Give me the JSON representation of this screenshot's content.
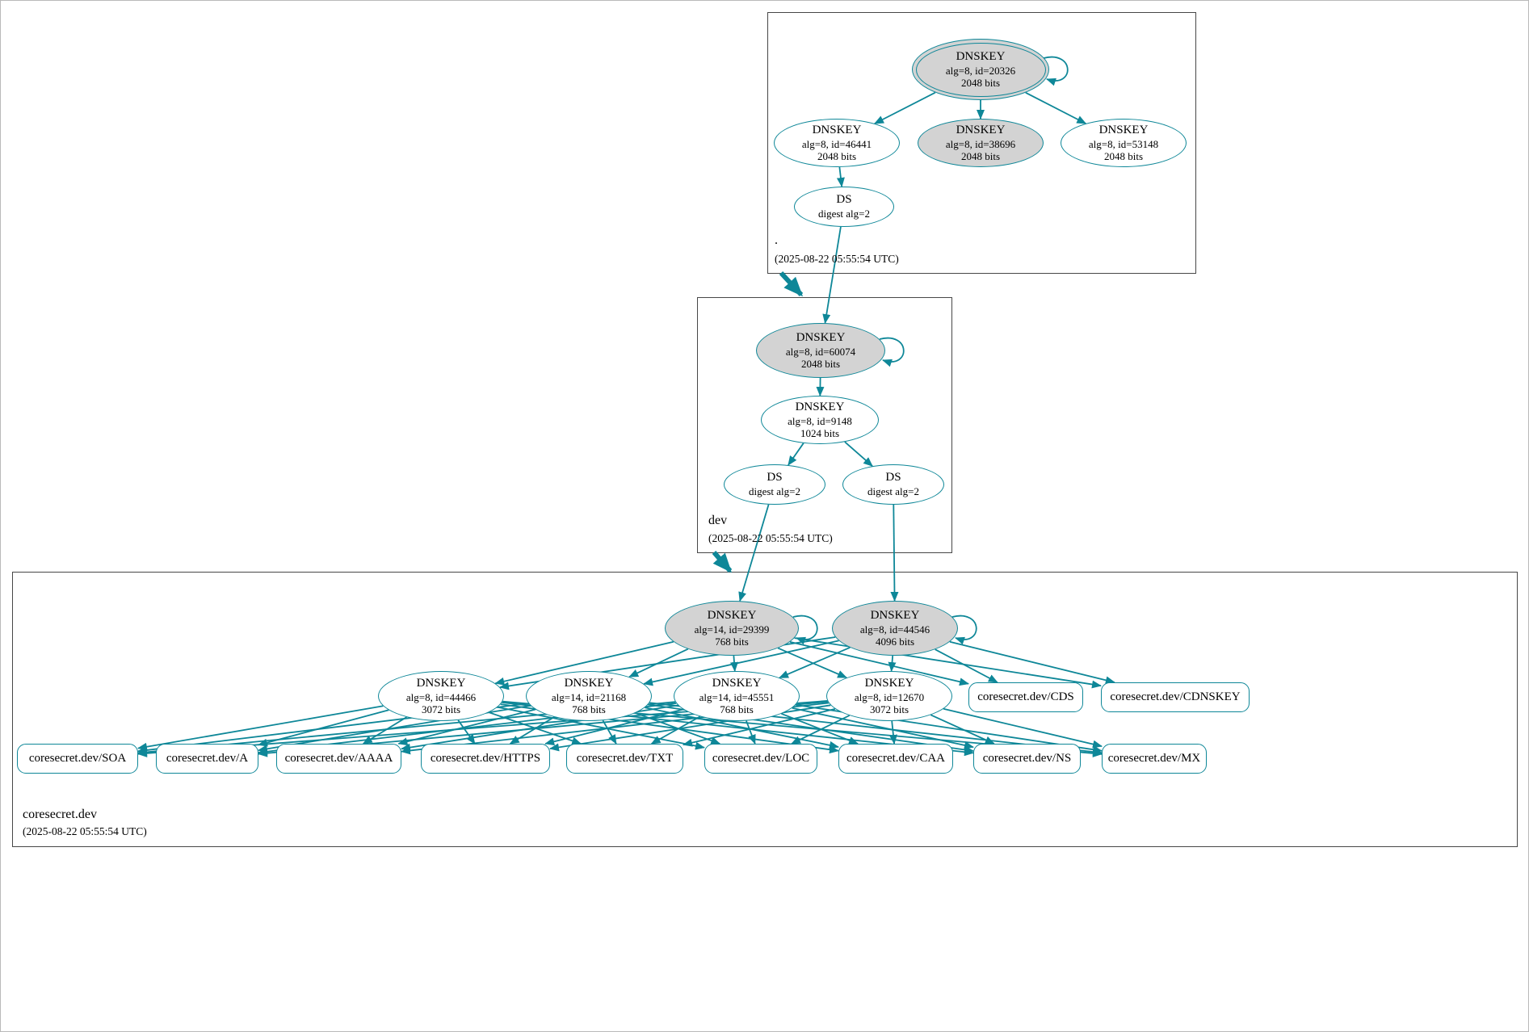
{
  "colors": {
    "edge": "#0e8798",
    "sep_fill": "#d3d3d3",
    "node_fill": "#ffffff",
    "zone_border": "#474747"
  },
  "zones": {
    "root": {
      "label": ".",
      "timestamp": "(2025-08-22 05:55:54 UTC)",
      "nodes": {
        "r20326": {
          "title": "DNSKEY",
          "detail": "alg=8, id=20326",
          "bits": "2048 bits"
        },
        "r46441": {
          "title": "DNSKEY",
          "detail": "alg=8, id=46441",
          "bits": "2048 bits"
        },
        "r38696": {
          "title": "DNSKEY",
          "detail": "alg=8, id=38696",
          "bits": "2048 bits"
        },
        "r53148": {
          "title": "DNSKEY",
          "detail": "alg=8, id=53148",
          "bits": "2048 bits"
        },
        "rds": {
          "title": "DS",
          "detail": "digest alg=2"
        }
      }
    },
    "dev": {
      "label": "dev",
      "timestamp": "(2025-08-22 05:55:54 UTC)",
      "nodes": {
        "d60074": {
          "title": "DNSKEY",
          "detail": "alg=8, id=60074",
          "bits": "2048 bits"
        },
        "d9148": {
          "title": "DNSKEY",
          "detail": "alg=8, id=9148",
          "bits": "1024 bits"
        },
        "dds1": {
          "title": "DS",
          "detail": "digest alg=2"
        },
        "dds2": {
          "title": "DS",
          "detail": "digest alg=2"
        }
      }
    },
    "coresecret": {
      "label": "coresecret.dev",
      "timestamp": "(2025-08-22 05:55:54 UTC)",
      "nodes": {
        "c29399": {
          "title": "DNSKEY",
          "detail": "alg=14, id=29399",
          "bits": "768 bits"
        },
        "c44546": {
          "title": "DNSKEY",
          "detail": "alg=8, id=44546",
          "bits": "4096 bits"
        },
        "c44466": {
          "title": "DNSKEY",
          "detail": "alg=8, id=44466",
          "bits": "3072 bits"
        },
        "c21168": {
          "title": "DNSKEY",
          "detail": "alg=14, id=21168",
          "bits": "768 bits"
        },
        "c45551": {
          "title": "DNSKEY",
          "detail": "alg=14, id=45551",
          "bits": "768 bits"
        },
        "c12670": {
          "title": "DNSKEY",
          "detail": "alg=8, id=12670",
          "bits": "3072 bits"
        },
        "cds": {
          "label": "coresecret.dev/CDS"
        },
        "cdnskey": {
          "label": "coresecret.dev/CDNSKEY"
        },
        "soa": {
          "label": "coresecret.dev/SOA"
        },
        "a": {
          "label": "coresecret.dev/A"
        },
        "aaaa": {
          "label": "coresecret.dev/AAAA"
        },
        "https": {
          "label": "coresecret.dev/HTTPS"
        },
        "txt": {
          "label": "coresecret.dev/TXT"
        },
        "loc": {
          "label": "coresecret.dev/LOC"
        },
        "caa": {
          "label": "coresecret.dev/CAA"
        },
        "ns": {
          "label": "coresecret.dev/NS"
        },
        "mx": {
          "label": "coresecret.dev/MX"
        }
      }
    }
  },
  "edges": [
    [
      "r20326",
      "r46441"
    ],
    [
      "r20326",
      "r38696"
    ],
    [
      "r20326",
      "r53148"
    ],
    [
      "r46441",
      "rds"
    ],
    [
      "rds",
      "d60074"
    ],
    [
      "d60074",
      "d9148"
    ],
    [
      "d9148",
      "dds1"
    ],
    [
      "d9148",
      "dds2"
    ],
    [
      "dds1",
      "c29399"
    ],
    [
      "dds2",
      "c44546"
    ],
    [
      "c29399",
      "c44466"
    ],
    [
      "c29399",
      "c21168"
    ],
    [
      "c29399",
      "c45551"
    ],
    [
      "c29399",
      "c12670"
    ],
    [
      "c29399",
      "cds"
    ],
    [
      "c29399",
      "cdnskey"
    ],
    [
      "c44546",
      "c44466"
    ],
    [
      "c44546",
      "c21168"
    ],
    [
      "c44546",
      "c45551"
    ],
    [
      "c44546",
      "c12670"
    ],
    [
      "c44546",
      "cds"
    ],
    [
      "c44546",
      "cdnskey"
    ],
    [
      "c44466",
      "soa"
    ],
    [
      "c44466",
      "a"
    ],
    [
      "c44466",
      "aaaa"
    ],
    [
      "c44466",
      "https"
    ],
    [
      "c44466",
      "txt"
    ],
    [
      "c44466",
      "loc"
    ],
    [
      "c44466",
      "caa"
    ],
    [
      "c44466",
      "ns"
    ],
    [
      "c44466",
      "mx"
    ],
    [
      "c21168",
      "soa"
    ],
    [
      "c21168",
      "a"
    ],
    [
      "c21168",
      "aaaa"
    ],
    [
      "c21168",
      "https"
    ],
    [
      "c21168",
      "txt"
    ],
    [
      "c21168",
      "loc"
    ],
    [
      "c21168",
      "caa"
    ],
    [
      "c21168",
      "ns"
    ],
    [
      "c21168",
      "mx"
    ],
    [
      "c45551",
      "soa"
    ],
    [
      "c45551",
      "a"
    ],
    [
      "c45551",
      "aaaa"
    ],
    [
      "c45551",
      "https"
    ],
    [
      "c45551",
      "txt"
    ],
    [
      "c45551",
      "loc"
    ],
    [
      "c45551",
      "caa"
    ],
    [
      "c45551",
      "ns"
    ],
    [
      "c45551",
      "mx"
    ],
    [
      "c12670",
      "soa"
    ],
    [
      "c12670",
      "a"
    ],
    [
      "c12670",
      "aaaa"
    ],
    [
      "c12670",
      "https"
    ],
    [
      "c12670",
      "txt"
    ],
    [
      "c12670",
      "loc"
    ],
    [
      "c12670",
      "caa"
    ],
    [
      "c12670",
      "ns"
    ],
    [
      "c12670",
      "mx"
    ]
  ],
  "self_loops": [
    "r20326",
    "d60074",
    "c29399",
    "c44546"
  ],
  "delegations": [
    {
      "from": ".",
      "to": "dev"
    },
    {
      "from": "dev",
      "to": "coresecret.dev"
    }
  ]
}
